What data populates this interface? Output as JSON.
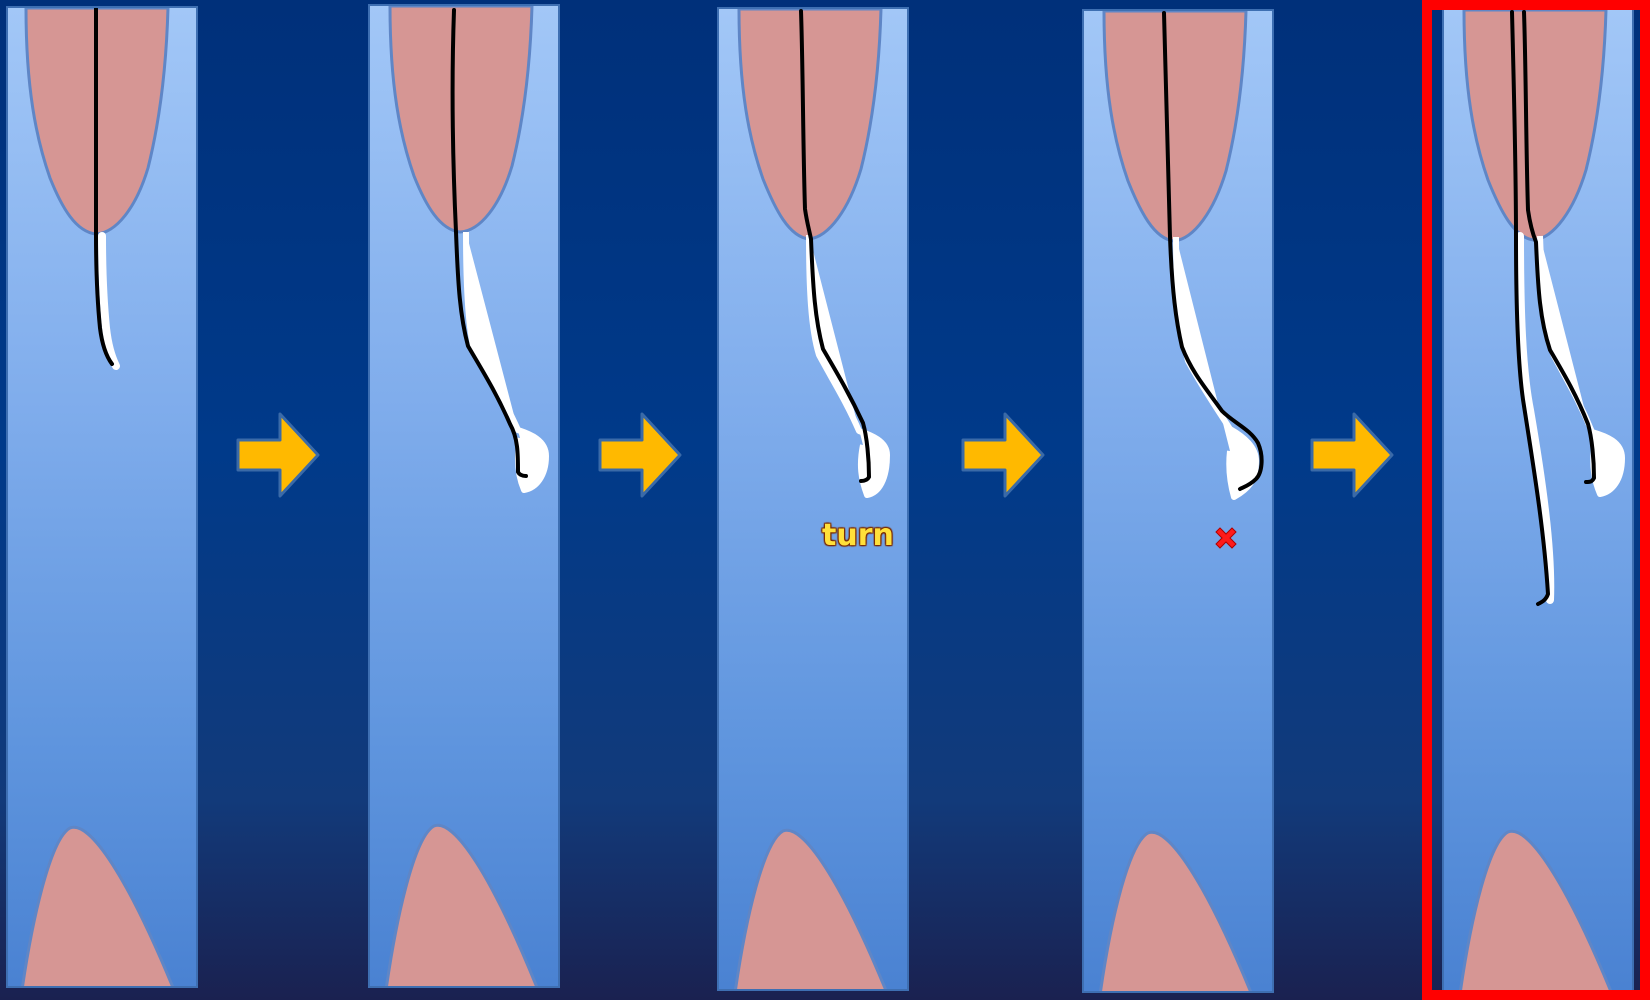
{
  "annotations": {
    "turn_label": "turn"
  },
  "panels": [
    {
      "id": 1,
      "state": "initial"
    },
    {
      "id": 2,
      "state": "curved-tip"
    },
    {
      "id": 3,
      "state": "turn"
    },
    {
      "id": 4,
      "state": "rejected"
    },
    {
      "id": 5,
      "state": "highlighted"
    }
  ],
  "icons": [
    "arrow-right-icon",
    "x-mark-icon"
  ],
  "colors": {
    "background": "#003a8a",
    "panel": "#80adec",
    "tissue": "#d69694",
    "arrow": "#ffb900",
    "highlight_frame": "#ff0000",
    "x_mark": "#ff1a1a",
    "label": "#ffe03a"
  }
}
